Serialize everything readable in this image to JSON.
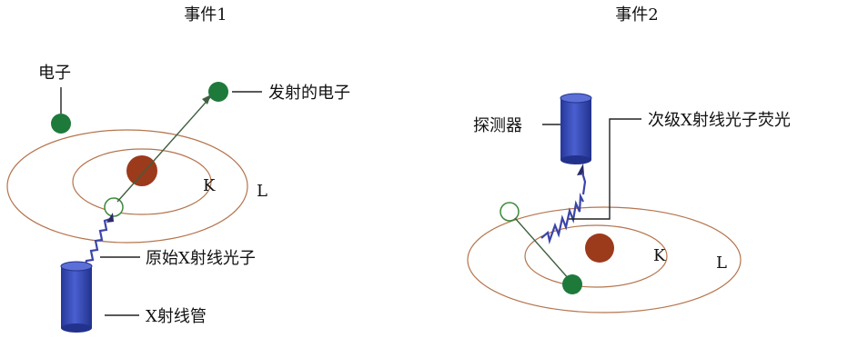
{
  "events": [
    {
      "title": "事件1",
      "labels": {
        "electron": "电子",
        "emitted_electron": "发射的电子",
        "k_shell": "K",
        "l_shell": "L",
        "primary_photon": "原始X射线光子",
        "xray_tube": "X射线管"
      }
    },
    {
      "title": "事件2",
      "labels": {
        "detector": "探测器",
        "secondary_photon": "次级X射线光子荧光",
        "k_shell": "K",
        "l_shell": "L"
      }
    }
  ],
  "colors": {
    "nucleus": "#9c3a1c",
    "electron": "#1e7a3a",
    "orbit": "#b5744d",
    "cylinder": "#3346b0",
    "wave": "#3b45a8",
    "arrow": "#3f5f3f"
  }
}
